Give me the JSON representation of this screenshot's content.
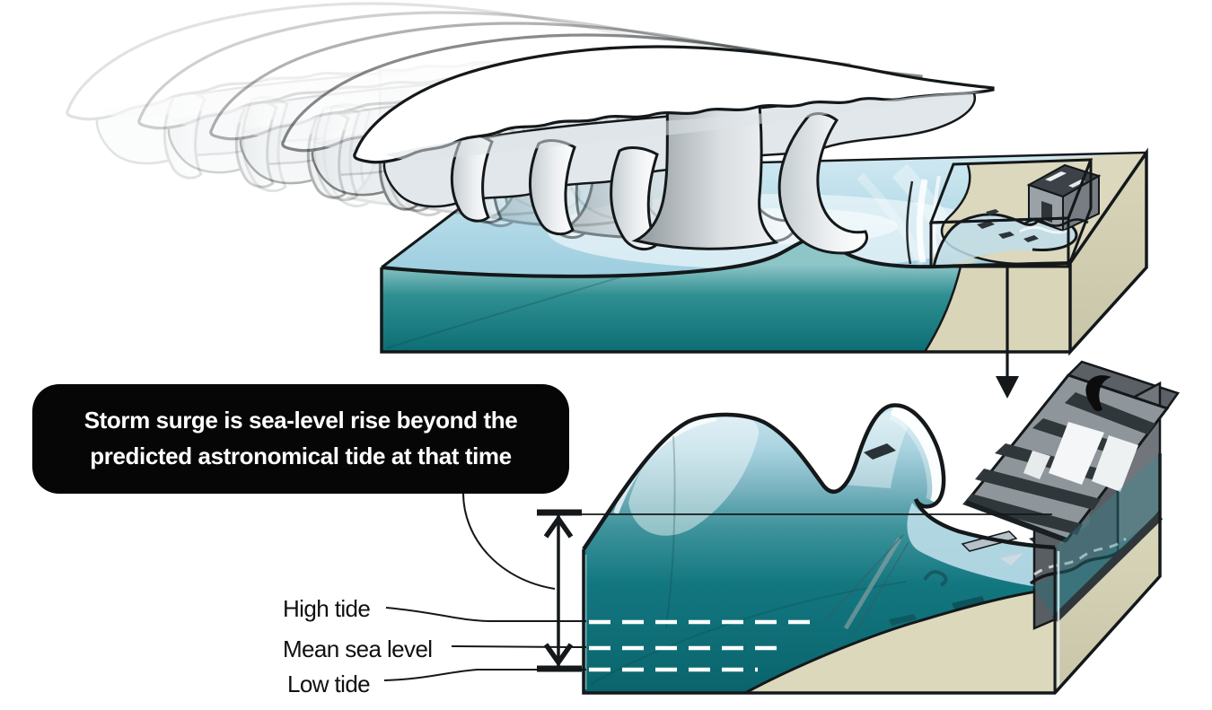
{
  "title": "Storm surge diagram",
  "callout": {
    "lines": [
      "Storm surge is sea-level rise beyond the",
      "predicted astronomical tide at that time"
    ],
    "bg": "#060606",
    "text_color": "#ffffff"
  },
  "labels": {
    "high_tide": "High tide",
    "mean_sea_level": "Mean sea level",
    "low_tide": "Low tide"
  },
  "icons": {
    "zoom_pointer": "down-arrow-icon",
    "surge_extent": "vertical-double-arrow-icon",
    "hurricane": "hurricane-cloud-icon"
  },
  "colors": {
    "outline": "#111111",
    "water_deep": "#0a646c",
    "water_mid": "#2f8f92",
    "water_surface_light": "#cde7f0",
    "water_top_face": "#a9d4e4",
    "sand": "#d7d4b8",
    "cloud": "#ffffff",
    "cloud_shade": "#e2e7eb",
    "house_gray": "#70767b",
    "roof_dark": "#30373b",
    "dashed_tide_lines": "#ffffff"
  },
  "tide_levels": [
    "High tide",
    "Mean sea level",
    "Low tide"
  ]
}
